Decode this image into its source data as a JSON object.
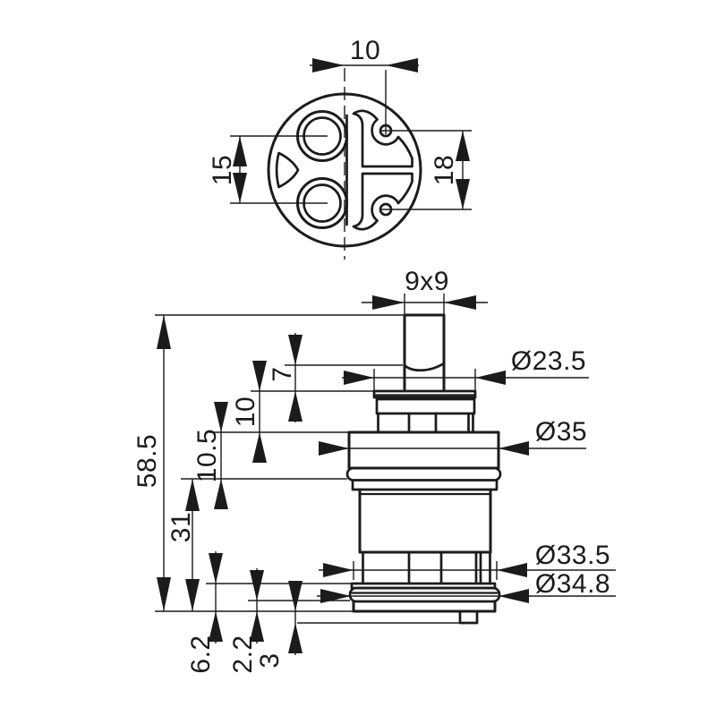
{
  "drawing": {
    "kind": "faucet cartridge technical drawing",
    "views": [
      "top view",
      "side elevation"
    ]
  },
  "colors": {
    "ink": "#1b1b1b",
    "background": "#ffffff"
  },
  "dimensions": {
    "top": {
      "width_10": "10",
      "ports_15": "15",
      "holes_18": "18"
    },
    "side": {
      "stem_square": "9x9",
      "dia_stem_base": "Ø23.5",
      "dia_body": "Ø35",
      "dia_lower": "Ø33.5",
      "dia_oring": "Ø34.8",
      "total_height": "58.5",
      "lower_height": "31",
      "h10_5": "10.5",
      "h10": "10",
      "h7": "7",
      "h6_2": "6.2",
      "h2_2": "2.2",
      "h3": "3"
    }
  }
}
